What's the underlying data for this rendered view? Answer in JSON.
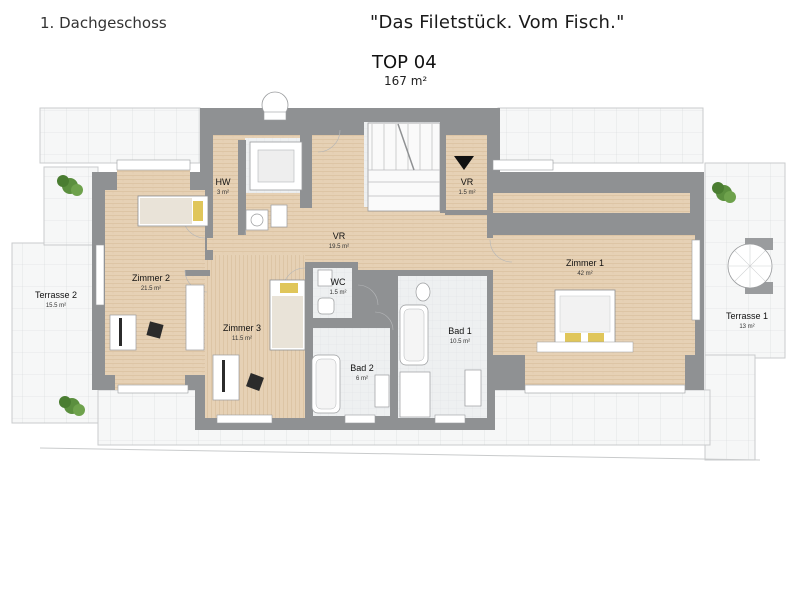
{
  "header": {
    "floor": "1. Dachgeschoss",
    "slogan": "\"Das Filetstück. Vom Fisch.\"",
    "unit": "TOP 04",
    "area": "167 m²"
  },
  "rooms": {
    "hw": {
      "name": "HW",
      "area": "3 m²"
    },
    "vr_small": {
      "name": "VR",
      "area": "1.5 m²"
    },
    "vr_main": {
      "name": "VR",
      "area": "19.5 m²"
    },
    "zimmer1": {
      "name": "Zimmer 1",
      "area": "42 m²"
    },
    "zimmer2": {
      "name": "Zimmer 2",
      "area": "21.5 m²"
    },
    "zimmer3": {
      "name": "Zimmer 3",
      "area": "11.5 m²"
    },
    "wc": {
      "name": "WC",
      "area": "1.5 m²"
    },
    "bad1": {
      "name": "Bad 1",
      "area": "10.5 m²"
    },
    "bad2": {
      "name": "Bad 2",
      "area": "6 m²"
    },
    "terrasse1": {
      "name": "Terrasse 1",
      "area": "13 m²"
    },
    "terrasse2": {
      "name": "Terrasse 2",
      "area": "15.5 m²"
    }
  },
  "colors": {
    "wall": "#8f9193",
    "wood": "#e3cdb0",
    "tile": "#eceef0",
    "terrace": "#f4f5f5",
    "plant": "#4f8a3a"
  }
}
